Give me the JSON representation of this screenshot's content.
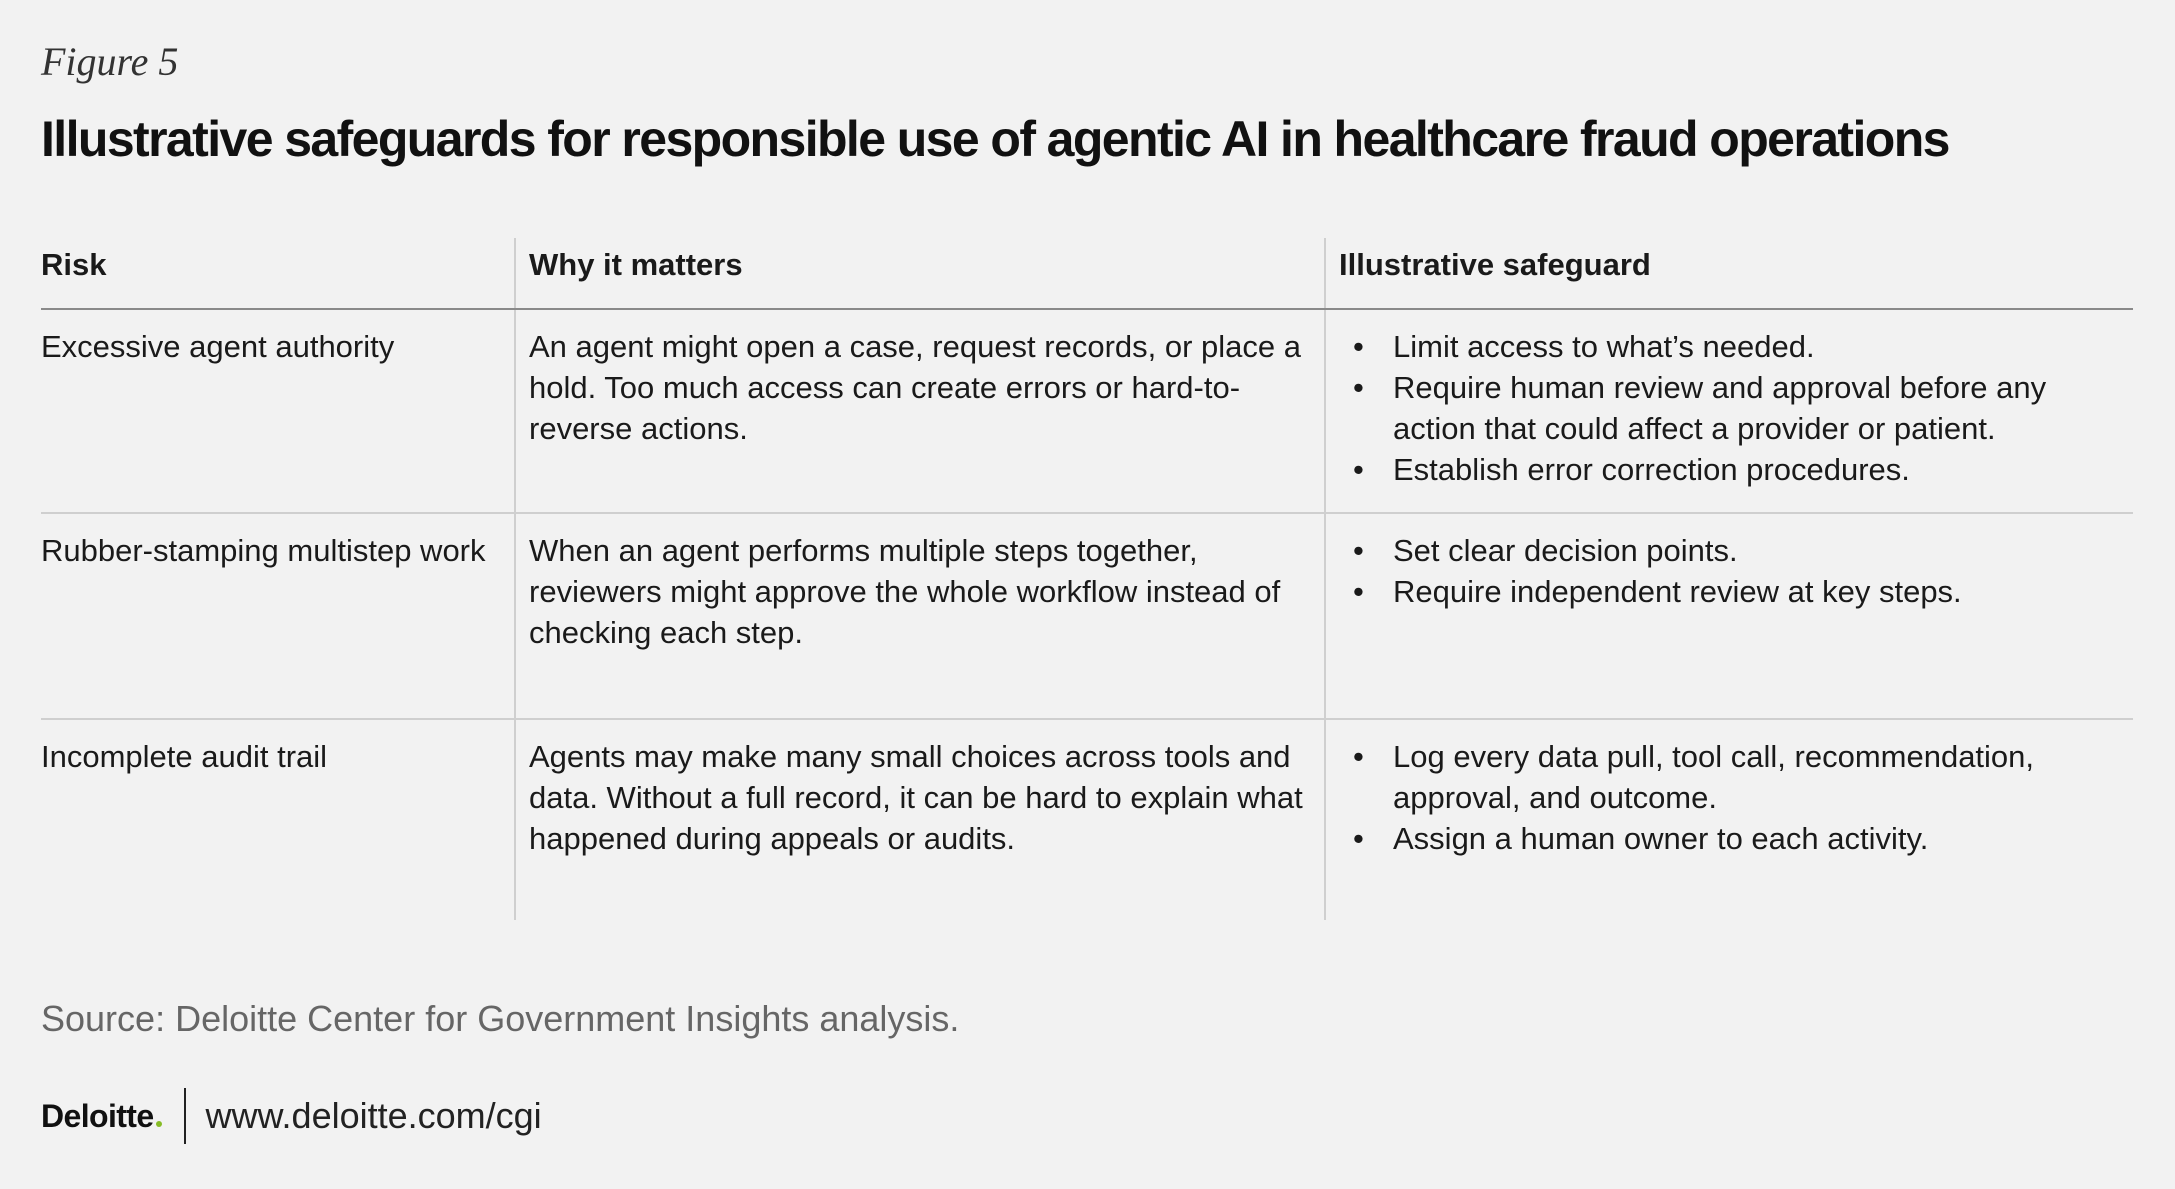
{
  "figure_label": "Figure 5",
  "title": "Illustrative safeguards for responsible use of agentic AI in healthcare fraud operations",
  "table": {
    "headers": [
      "Risk",
      "Why it matters",
      "Illustrative safeguard"
    ],
    "rows": [
      {
        "risk": "Excessive agent authority",
        "why": "An agent might open a case, request records, or place a hold. Too much access can create errors or hard-to-reverse actions.",
        "safeguards": [
          "Limit access to what’s needed.",
          "Require human review and approval before any action that could affect a provider or patient.",
          "Establish error correction procedures."
        ]
      },
      {
        "risk": "Rubber-stamping multistep work",
        "why": "When an agent performs multiple steps together, reviewers might approve the whole workflow instead of checking each step.",
        "safeguards": [
          "Set clear decision points.",
          "Require independent review at key steps."
        ]
      },
      {
        "risk": "Incomplete audit trail",
        "why": "Agents may make many small choices across tools and data. Without a full record, it can be hard to explain what happened during appeals or audits.",
        "safeguards": [
          "Log every data pull, tool call, recommendation, approval, and outcome.",
          "Assign a human owner to each activity."
        ]
      }
    ]
  },
  "source": "Source: Deloitte Center for Government Insights analysis.",
  "footer": {
    "logo": "Deloitte",
    "url": "www.deloitte.com/cgi"
  },
  "colors": {
    "background": "#f2f2f2",
    "text": "#1a1a1a",
    "source_text": "#666666",
    "rule": "#cfcfcf",
    "header_rule": "#8a8a8a",
    "brand_dot": "#86bc25"
  }
}
